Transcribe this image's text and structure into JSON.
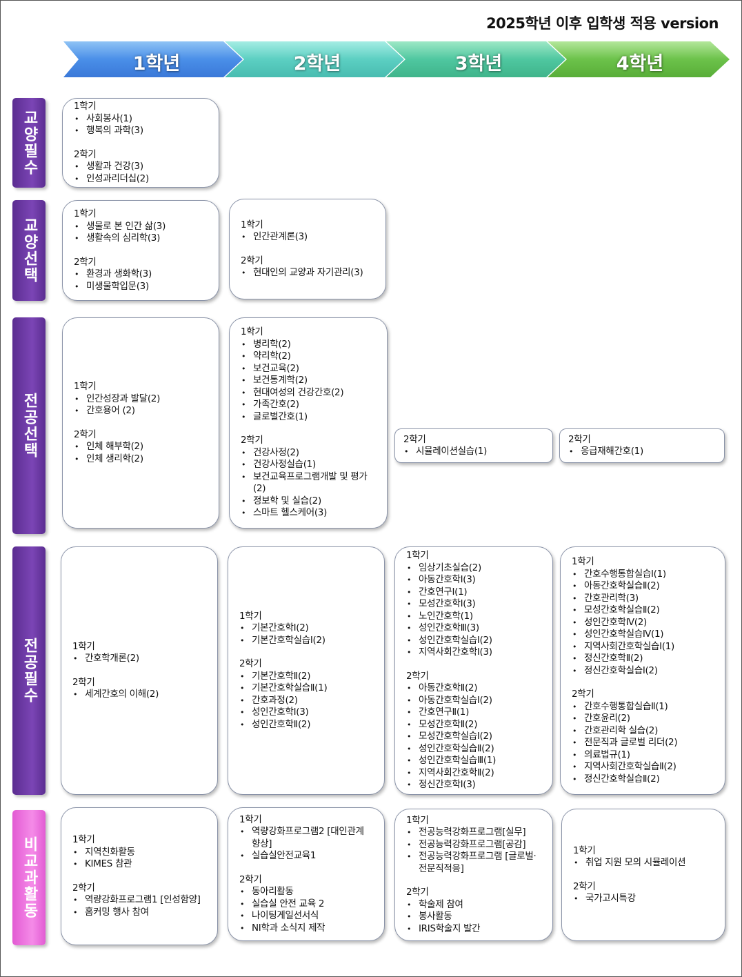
{
  "title": "2025학년 이후 입학생 적용 version",
  "years": [
    "1학년",
    "2학년",
    "3학년",
    "4학년"
  ],
  "colors": {
    "arrow1": "#4a8fe8",
    "arrow2": "#5ccfc2",
    "arrow3": "#4fc7a0",
    "arrow4": "#6cc24a",
    "category": "#6b3aa6",
    "activities": "#ef7de2"
  },
  "categories": [
    {
      "label": "교양필수",
      "cells": [
        {
          "semesters": [
            {
              "title": "1학기",
              "items": [
                "사회봉사(1)",
                "행복의 과학(3)"
              ]
            },
            {
              "title": "2학기",
              "items": [
                "생활과 건강(3)",
                "인성과리더십(2)"
              ]
            }
          ]
        },
        null,
        null,
        null
      ]
    },
    {
      "label": "교양선택",
      "cells": [
        {
          "semesters": [
            {
              "title": "1학기",
              "items": [
                "생물로 본 인간 삶(3)",
                "생활속의 심리학(3)"
              ]
            },
            {
              "title": "2학기",
              "items": [
                "환경과 생화학(3)",
                "미생물학입문(3)"
              ]
            }
          ]
        },
        {
          "semesters": [
            {
              "title": "1학기",
              "items": [
                "인간관계론(3)"
              ]
            },
            {
              "title": "2학기",
              "items": [
                "현대인의 교양과 자기관리(3)"
              ]
            }
          ]
        },
        null,
        null
      ]
    },
    {
      "label": "전공선택",
      "cells": [
        {
          "semesters": [
            {
              "title": "1학기",
              "items": [
                "인간성장과 발달(2)",
                "간호용어 (2)"
              ]
            },
            {
              "title": "2학기",
              "items": [
                "인체 해부학(2)",
                "인체 생리학(2)"
              ]
            }
          ]
        },
        {
          "semesters": [
            {
              "title": "1학기",
              "items": [
                "병리학(2)",
                "약리학(2)",
                "보건교육(2)",
                "보건통계학(2)",
                "현대여성의 건강간호(2)",
                "가족간호(2)",
                "글로벌간호(1)"
              ]
            },
            {
              "title": "2학기",
              "items": [
                "건강사정(2)",
                "건강사정실습(1)",
                "보건교육프로그램개발 및 평가(2)",
                "정보학 및 실습(2)",
                "스마트 헬스케어(3)"
              ]
            }
          ]
        },
        {
          "semesters": [
            {
              "title": "2학기",
              "items": [
                "시뮬레이션실습(1)"
              ]
            }
          ]
        },
        {
          "semesters": [
            {
              "title": "2학기",
              "items": [
                "응급재해간호(1)"
              ]
            }
          ]
        }
      ]
    },
    {
      "label": "전공필수",
      "cells": [
        {
          "semesters": [
            {
              "title": "1학기",
              "items": [
                "간호학개론(2)"
              ]
            },
            {
              "title": "2학기",
              "items": [
                "세계간호의 이해(2)"
              ]
            }
          ]
        },
        {
          "semesters": [
            {
              "title": "1학기",
              "items": [
                "기본간호학Ⅰ(2)",
                "기본간호학실습Ⅰ(2)"
              ]
            },
            {
              "title": "2학기",
              "items": [
                "기본간호학Ⅱ(2)",
                "기본간호학실습Ⅱ(1)",
                "간호과정(2)",
                "성인간호학Ⅰ(3)",
                "성인간호학Ⅱ(2)"
              ]
            }
          ]
        },
        {
          "semesters": [
            {
              "title": "1학기",
              "items": [
                "임상기초실습(2)",
                "아동간호학Ⅰ(3)",
                "간호연구Ⅰ(1)",
                "모성간호학Ⅰ(3)",
                "노인간호학(1)",
                "성인간호학Ⅲ(3)",
                "성인간호학실습Ⅰ(2)",
                "지역사회간호학Ⅰ(3)"
              ]
            },
            {
              "title": "2학기",
              "items": [
                "아동간호학Ⅱ(2)",
                "아동간호학실습Ⅰ(2)",
                "간호연구Ⅱ(1)",
                "모성간호학Ⅱ(2)",
                "모성간호학실습Ⅰ(2)",
                "성인간호학실습Ⅱ(2)",
                "성인간호학실습Ⅲ(1)",
                "지역사회간호학Ⅱ(2)",
                "정신간호학Ⅰ(3)"
              ]
            }
          ]
        },
        {
          "semesters": [
            {
              "title": "1학기",
              "items": [
                "간호수행통합실습Ⅰ(1)",
                "아동간호학실습Ⅱ(2)",
                "간호관리학(3)",
                "모성간호학실습Ⅱ(2)",
                "성인간호학Ⅳ(2)",
                "성인간호학실습Ⅳ(1)",
                "지역사회간호학실습Ⅰ(1)",
                "정신간호학Ⅱ(2)",
                "정신간호학실습Ⅰ(2)"
              ]
            },
            {
              "title": "2학기",
              "items": [
                "간호수행통합실습Ⅱ(1)",
                "간호윤리(2)",
                "간호관리학 실습(2)",
                "전문직과 글로벌 리더(2)",
                "의료법규(1)",
                "지역사회간호학실습Ⅱ(2)",
                "정신간호학실습Ⅱ(2)"
              ]
            }
          ]
        }
      ]
    },
    {
      "label": "비교과활동",
      "cells": [
        {
          "semesters": [
            {
              "title": "1학기",
              "items": [
                "지역친화활동",
                "KIMES 참관"
              ]
            },
            {
              "title": "2학기",
              "items": [
                "역량강화프로그램1 [인성함양]",
                "홈커밍 행사 참여"
              ]
            }
          ]
        },
        {
          "semesters": [
            {
              "title": "1학기",
              "items": [
                "역량강화프로그램2 [대인관계 향상]",
                "실습실안전교육1"
              ]
            },
            {
              "title": "2학기",
              "items": [
                "동아리활동",
                "실습실 안전 교육 2",
                "나이팅게일선서식",
                "NI학과 소식지 제작"
              ]
            }
          ]
        },
        {
          "semesters": [
            {
              "title": "1학기",
              "items": [
                "전공능력강화프로그램[실무]",
                "전공능력강화프로그램[공감]",
                "전공능력강화프로그램 [글로벌·전문직적응]"
              ]
            },
            {
              "title": "2학기",
              "items": [
                "학술제 참여",
                "봉사활동",
                "IRIS학술지 발간"
              ]
            }
          ]
        },
        {
          "semesters": [
            {
              "title": "1학기",
              "items": [
                "취업 지원 모의 시뮬레이션"
              ]
            },
            {
              "title": "2학기",
              "items": [
                "국가고시특강"
              ]
            }
          ]
        }
      ]
    }
  ]
}
